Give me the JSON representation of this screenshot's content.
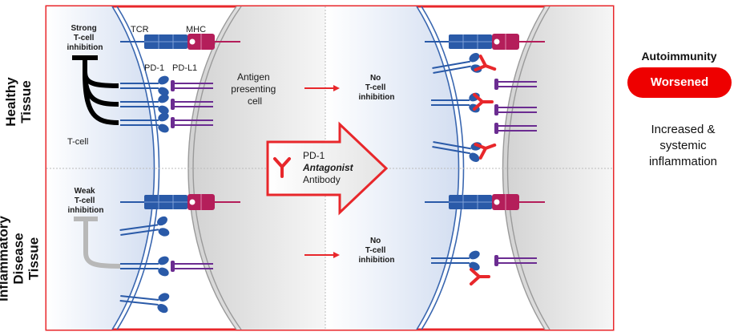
{
  "rows": {
    "healthy": "Healthy\nTissue",
    "disease": "Inflammatory\nDisease Tissue"
  },
  "labels": {
    "tcr": "TCR",
    "mhc": "MHC",
    "pd1": "PD-1",
    "pdl1": "PD-L1",
    "strong": [
      "Strong",
      "T-cell",
      "inhibition"
    ],
    "weak": [
      "Weak",
      "T-cell",
      "inhibition"
    ],
    "tcell": "T-cell",
    "apc": [
      "Antigen",
      "presenting",
      "cell"
    ],
    "no_inhibition": [
      "No",
      "T-cell",
      "inhibition"
    ]
  },
  "center_arrow": {
    "line1": "PD-1",
    "line2": "Antagonist",
    "line3": "Antibody"
  },
  "outcome": {
    "title": "Autoimmunity",
    "badge": "Worsened",
    "description": "Increased &\nsystemic\ninflammation"
  },
  "colors": {
    "frame": "#e8272b",
    "tcr_blue": "#2a5aa8",
    "mhc_magenta": "#b41e5a",
    "pdl1_purple": "#6b2c91",
    "antibody_red": "#e8272b",
    "badge": "#ee0000"
  }
}
